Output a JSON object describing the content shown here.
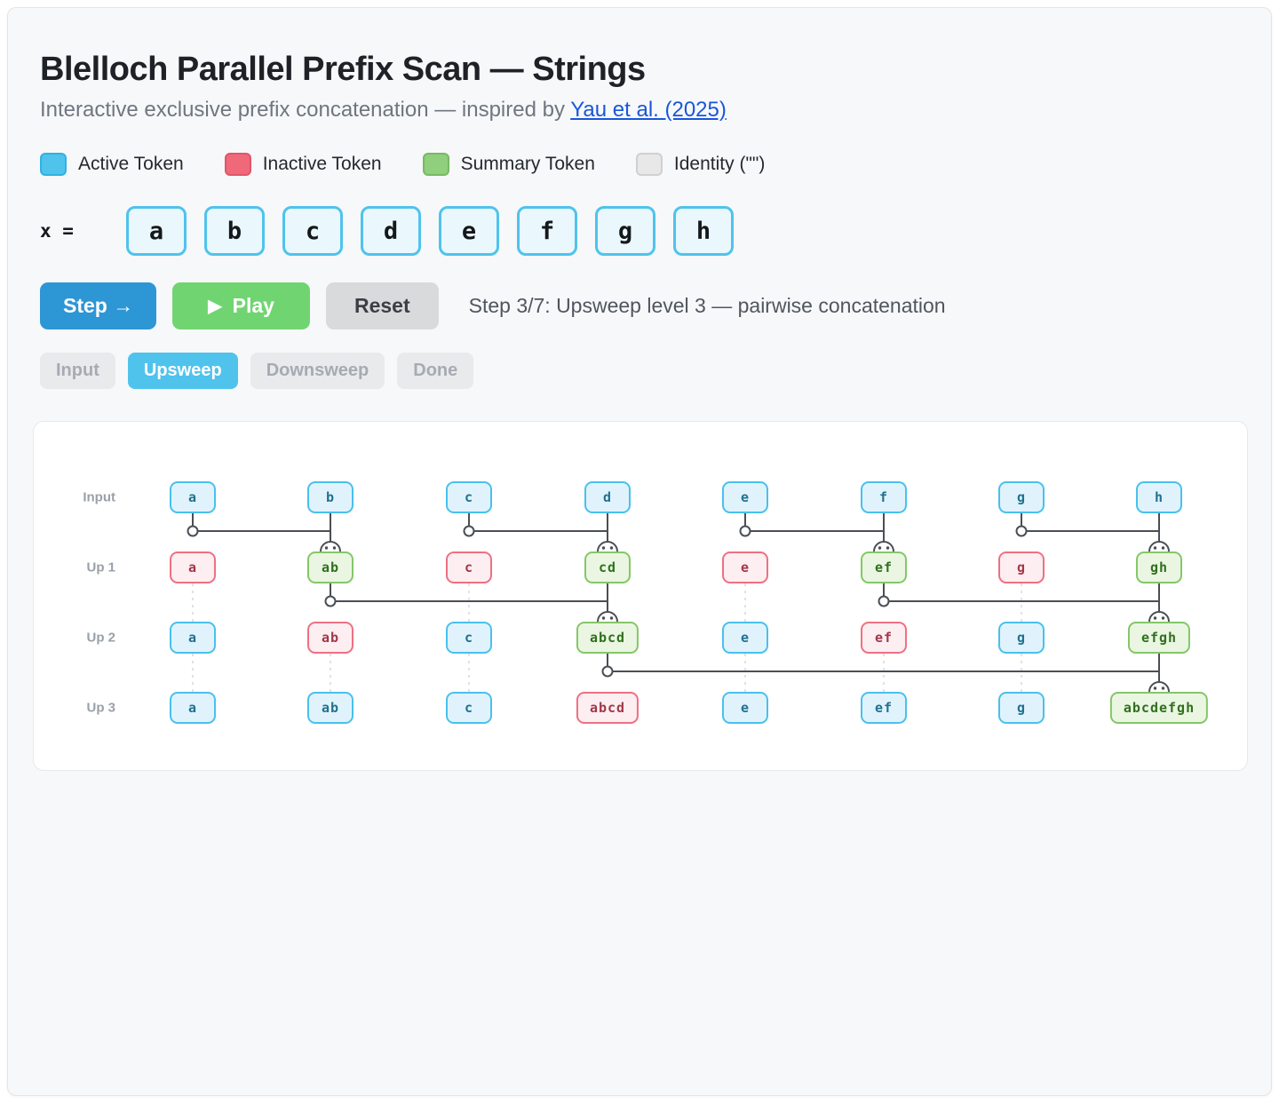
{
  "header": {
    "title": "Blelloch Parallel Prefix Scan — Strings",
    "subtitle_prefix": "Interactive exclusive prefix concatenation — inspired by ",
    "link_text": "Yau et al. (2025)"
  },
  "legend": [
    {
      "label": "Active Token",
      "color": "#4fc3ec",
      "border": "#2fb2e2"
    },
    {
      "label": "Inactive Token",
      "color": "#f0697b",
      "border": "#e25569"
    },
    {
      "label": "Summary Token",
      "color": "#90cf7d",
      "border": "#77ba63"
    },
    {
      "label": "Identity (\"\")",
      "color": "#e8e8e8",
      "border": "#d0d0d0"
    }
  ],
  "input": {
    "label": "x =",
    "tokens": [
      "a",
      "b",
      "c",
      "d",
      "e",
      "f",
      "g",
      "h"
    ]
  },
  "controls": {
    "step_label": "Step →",
    "play_icon": "▶",
    "play_label": "Play",
    "reset_label": "Reset",
    "status": "Step 3/7: Upsweep level 3 — pairwise concatenation"
  },
  "phases": [
    {
      "label": "Input",
      "active": false
    },
    {
      "label": "Upsweep",
      "active": true
    },
    {
      "label": "Downsweep",
      "active": false
    },
    {
      "label": "Done",
      "active": false
    }
  ],
  "diagram": {
    "rows": [
      {
        "label": "Input",
        "tokens": [
          {
            "text": "a",
            "state": "active"
          },
          {
            "text": "b",
            "state": "active"
          },
          {
            "text": "c",
            "state": "active"
          },
          {
            "text": "d",
            "state": "active"
          },
          {
            "text": "e",
            "state": "active"
          },
          {
            "text": "f",
            "state": "active"
          },
          {
            "text": "g",
            "state": "active"
          },
          {
            "text": "h",
            "state": "active"
          }
        ]
      },
      {
        "label": "Up 1",
        "tokens": [
          {
            "text": "a",
            "state": "inactive"
          },
          {
            "text": "ab",
            "state": "summary"
          },
          {
            "text": "c",
            "state": "inactive"
          },
          {
            "text": "cd",
            "state": "summary"
          },
          {
            "text": "e",
            "state": "inactive"
          },
          {
            "text": "ef",
            "state": "summary"
          },
          {
            "text": "g",
            "state": "inactive"
          },
          {
            "text": "gh",
            "state": "summary"
          }
        ]
      },
      {
        "label": "Up 2",
        "tokens": [
          {
            "text": "a",
            "state": "active"
          },
          {
            "text": "ab",
            "state": "inactive"
          },
          {
            "text": "c",
            "state": "active"
          },
          {
            "text": "abcd",
            "state": "summary"
          },
          {
            "text": "e",
            "state": "active"
          },
          {
            "text": "ef",
            "state": "inactive"
          },
          {
            "text": "g",
            "state": "active"
          },
          {
            "text": "efgh",
            "state": "summary"
          }
        ]
      },
      {
        "label": "Up 3",
        "tokens": [
          {
            "text": "a",
            "state": "active"
          },
          {
            "text": "ab",
            "state": "active"
          },
          {
            "text": "c",
            "state": "active"
          },
          {
            "text": "abcd",
            "state": "inactive"
          },
          {
            "text": "e",
            "state": "active"
          },
          {
            "text": "ef",
            "state": "active"
          },
          {
            "text": "g",
            "state": "active"
          },
          {
            "text": "abcdefgh",
            "state": "summary"
          }
        ]
      }
    ],
    "merges": [
      {
        "from_row": 0,
        "src": 0,
        "dst": 1
      },
      {
        "from_row": 0,
        "src": 2,
        "dst": 3
      },
      {
        "from_row": 0,
        "src": 4,
        "dst": 5
      },
      {
        "from_row": 0,
        "src": 6,
        "dst": 7
      },
      {
        "from_row": 1,
        "src": 1,
        "dst": 3
      },
      {
        "from_row": 1,
        "src": 5,
        "dst": 7
      },
      {
        "from_row": 2,
        "src": 3,
        "dst": 7
      }
    ],
    "carries": [
      {
        "from_row": 1,
        "cols": [
          0,
          2,
          4,
          6
        ]
      },
      {
        "from_row": 2,
        "cols": [
          0,
          1,
          2,
          4,
          5,
          6
        ]
      }
    ]
  },
  "colors": {
    "accent_blue": "#4fc3ec",
    "step_button": "#2d96d5",
    "play_button": "#70d571",
    "reset_button": "#d9dadc",
    "line": "#4a4f55",
    "carry_dash": "#d6d9dd",
    "active_fill": "#e0f3fc",
    "active_border": "#49c0ed",
    "active_text": "#21718f",
    "inactive_fill": "#fdeef1",
    "inactive_border": "#ee7083",
    "inactive_text": "#a2374a",
    "summary_fill": "#eaf6e2",
    "summary_border": "#85c669",
    "summary_text": "#31701d"
  }
}
